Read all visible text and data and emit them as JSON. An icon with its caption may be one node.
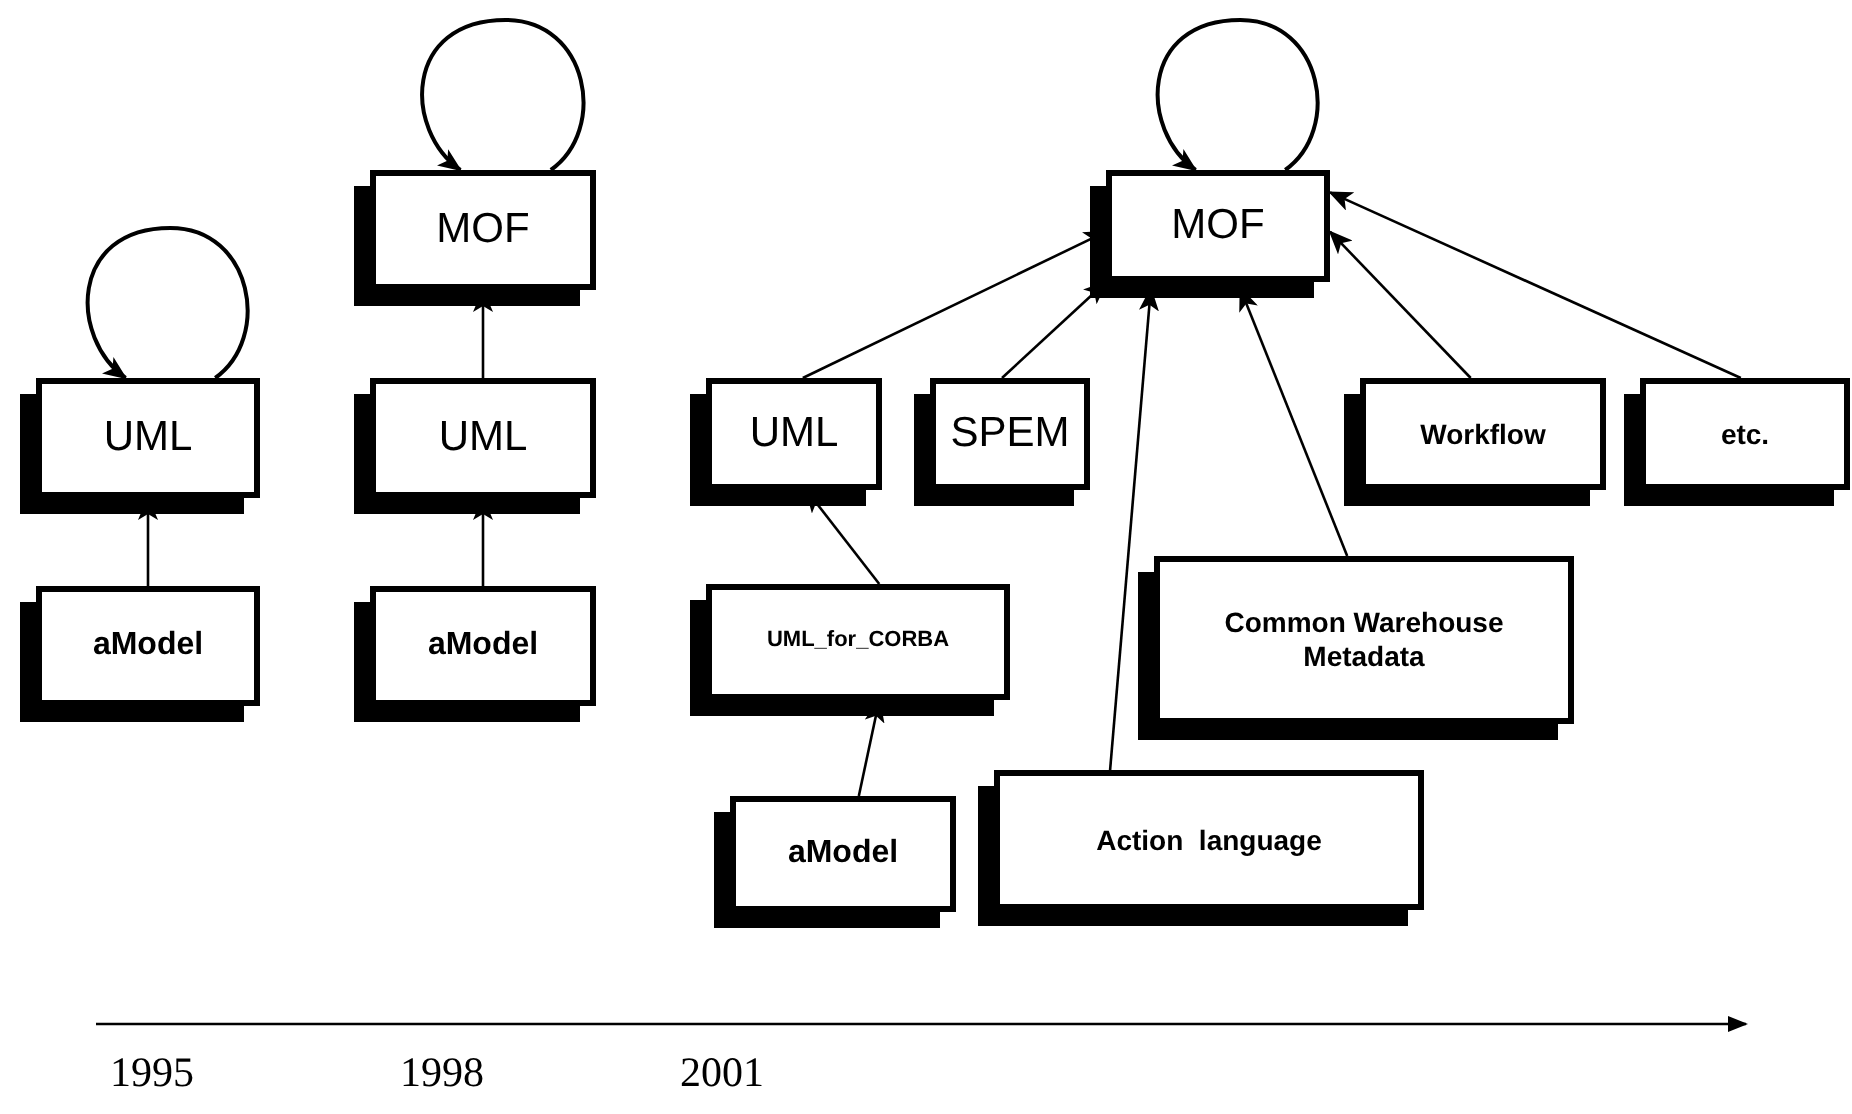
{
  "diagram": {
    "nodes": [
      {
        "text": [
          "UML"
        ]
      },
      {
        "text": [
          "aModel"
        ]
      },
      {
        "text": [
          "MOF"
        ]
      },
      {
        "text": [
          "UML"
        ]
      },
      {
        "text": [
          "aModel"
        ]
      },
      {
        "text": [
          "MOF"
        ]
      },
      {
        "text": [
          "UML"
        ]
      },
      {
        "text": [
          "SPEM"
        ]
      },
      {
        "text": [
          "Workflow"
        ]
      },
      {
        "text": [
          "etc."
        ]
      },
      {
        "text": [
          "UML_for_CORBA"
        ]
      },
      {
        "text": [
          "Common Warehouse Metadata"
        ]
      },
      {
        "text": [
          "aModel"
        ]
      },
      {
        "text": [
          "Action  language"
        ]
      }
    ],
    "edges": [
      {
        "from": 0,
        "to": 0,
        "arrow": "to"
      },
      {
        "from": 1,
        "to": 0,
        "arrow": "to"
      },
      {
        "from": 2,
        "to": 2,
        "arrow": "to"
      },
      {
        "from": 3,
        "to": 2,
        "arrow": "to"
      },
      {
        "from": 4,
        "to": 3,
        "arrow": "to"
      },
      {
        "from": 5,
        "to": 5,
        "arrow": "to"
      },
      {
        "from": 6,
        "to": 5,
        "arrow": "to"
      },
      {
        "from": 7,
        "to": 5,
        "arrow": "to"
      },
      {
        "from": 10,
        "to": 6,
        "arrow": "to"
      },
      {
        "from": 12,
        "to": 10,
        "arrow": "to"
      },
      {
        "from": 13,
        "to": 5,
        "arrow": "to"
      },
      {
        "from": 11,
        "to": 5,
        "arrow": "to"
      },
      {
        "from": 8,
        "to": 5,
        "arrow": "to"
      },
      {
        "from": 9,
        "to": 5,
        "arrow": "to"
      }
    ],
    "labels": [
      "1995",
      "1998",
      "2001"
    ]
  }
}
